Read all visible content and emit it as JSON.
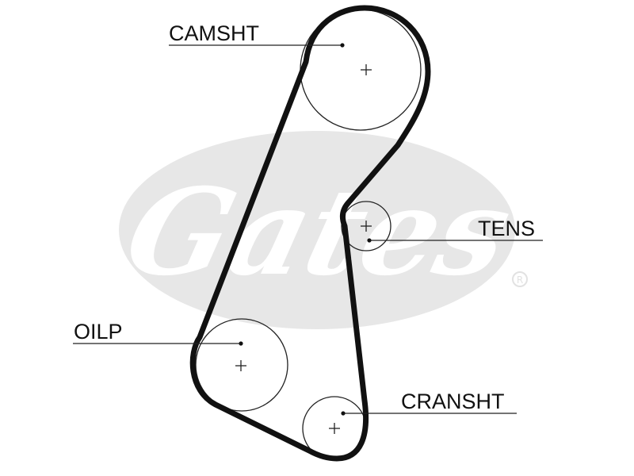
{
  "watermark": {
    "brand": "Gates",
    "color": "#e7e7e7"
  },
  "belt_color": "#111111",
  "labels": {
    "camshaft": "CAMSHT",
    "tensioner": "TENS",
    "oil_pump": "OILP",
    "crankshaft": "CRANSHT"
  }
}
